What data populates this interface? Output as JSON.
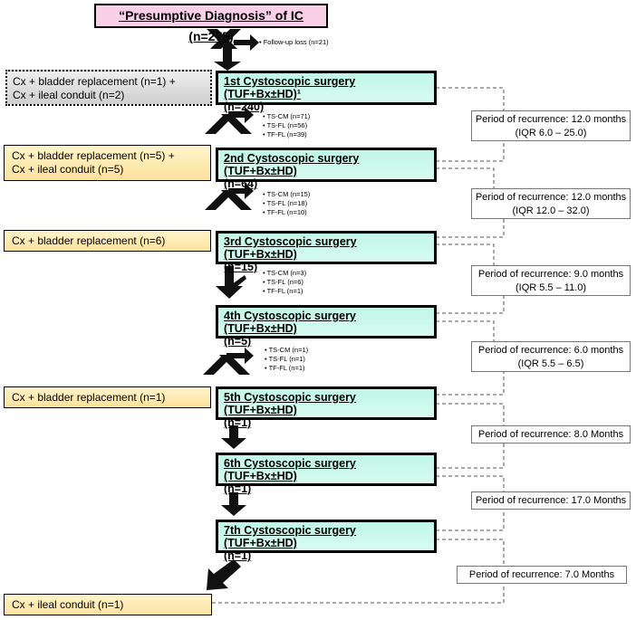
{
  "top": {
    "label": "“Presumptive Diagnosis” of IC (n=275)"
  },
  "followup": "Follow-up loss (n=21)",
  "left1": {
    "line1": "Cx + bladder replacement (n=1) +",
    "line2": "Cx + ileal conduit (n=2)"
  },
  "left2": {
    "line1": "Cx + bladder replacement (n=5) +",
    "line2": "Cx + ileal conduit (n=5)"
  },
  "left3": "Cx + bladder replacement (n=6)",
  "left5": "Cx + bladder replacement (n=1)",
  "bottom_left": "Cx + ileal conduit (n=1)",
  "surgeries": [
    {
      "line1": "1st Cystoscopic surgery (TUF+Bx±HD)¹",
      "line2": "(n=240)"
    },
    {
      "line1": "2nd Cystoscopic surgery (TUF+Bx±HD)",
      "line2": "(n=64)"
    },
    {
      "line1": "3rd Cystoscopic surgery (TUF+Bx±HD)",
      "line2": "(n=15)"
    },
    {
      "line1": "4th Cystoscopic surgery (TUF+Bx±HD)",
      "line2": "(n=5)"
    },
    {
      "line1": "5th Cystoscopic surgery (TUF+Bx±HD)",
      "line2": "(n=1)"
    },
    {
      "line1": "6th Cystoscopic surgery (TUF+Bx±HD)",
      "line2": "(n=1)"
    },
    {
      "line1": "7th Cystoscopic surgery (TUF+Bx±HD)",
      "line2": "(n=1)"
    }
  ],
  "notes": [
    [
      "TS-CM (n=71)",
      "TS-FL (n=56)",
      "TF-FL (n=39)"
    ],
    [
      "TS-CM (n=15)",
      "TS-FL (n=18)",
      "TF-FL (n=10)"
    ],
    [
      "TS-CM (n=3)",
      "TS-FL (n=6)",
      "TF-FL (n=1)"
    ],
    [
      "TS-CM (n=1)",
      "TS-FL (n=1)",
      "TF-FL (n=1)"
    ]
  ],
  "periods": [
    {
      "line1": "Period of recurrence: 12.0 months",
      "line2": "(IQR 6.0 – 25.0)"
    },
    {
      "line1": "Period of recurrence: 12.0 months",
      "line2": "(IQR 12.0 – 32.0)"
    },
    {
      "line1": "Period of recurrence: 9.0 months",
      "line2": "(IQR 5.5 – 11.0)"
    },
    {
      "line1": "Period of recurrence: 6.0 months",
      "line2": "(IQR 5.5 – 6.5)"
    },
    {
      "line1": "Period of recurrence: 8.0 Months"
    },
    {
      "line1": "Period of recurrence: 17.0 Months"
    },
    {
      "line1": "Period of recurrence: 7.0 Months"
    }
  ]
}
